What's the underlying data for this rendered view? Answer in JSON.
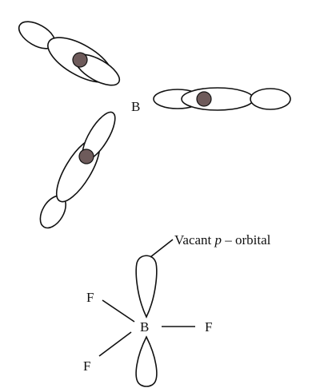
{
  "top_diagram": {
    "central_atom_label": "B"
  },
  "bottom_diagram": {
    "central_atom_label": "B",
    "substituent_labels": [
      "F",
      "F",
      "F"
    ],
    "annotation": {
      "prefix": "Vacant ",
      "italic": "p",
      "suffix": " – orbital"
    }
  },
  "colors": {
    "line": "#111111",
    "nucleus": "#6e5b5b",
    "background": "#ffffff"
  }
}
